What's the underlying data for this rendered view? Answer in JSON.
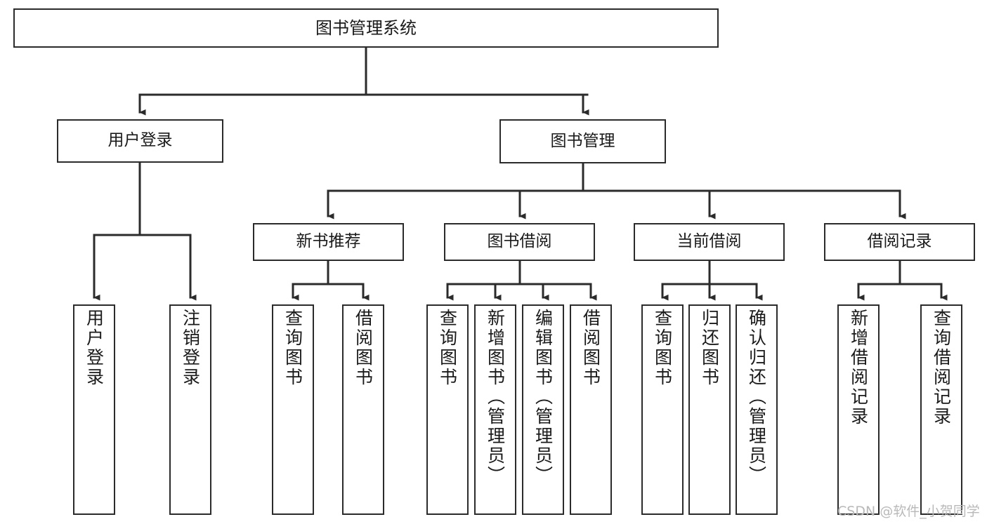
{
  "diagram": {
    "type": "tree",
    "title": "图书管理系统",
    "root": {
      "id": "root",
      "label": "图书管理系统"
    },
    "level2": [
      {
        "id": "login",
        "label": "用户登录"
      },
      {
        "id": "bookmgmt",
        "label": "图书管理"
      }
    ],
    "level3": [
      {
        "id": "newbook",
        "label": "新书推荐",
        "parent": "bookmgmt"
      },
      {
        "id": "borrow",
        "label": "图书借阅",
        "parent": "bookmgmt"
      },
      {
        "id": "current",
        "label": "当前借阅",
        "parent": "bookmgmt"
      },
      {
        "id": "records",
        "label": "借阅记录",
        "parent": "bookmgmt"
      }
    ],
    "leaves": [
      {
        "id": "leaf-login-1",
        "label": "用户登录",
        "parent": "login"
      },
      {
        "id": "leaf-login-2",
        "label": "注销登录",
        "parent": "login"
      },
      {
        "id": "leaf-newbook-1",
        "label": "查询图书",
        "parent": "newbook"
      },
      {
        "id": "leaf-newbook-2",
        "label": "借阅图书",
        "parent": "newbook"
      },
      {
        "id": "leaf-borrow-1",
        "label": "查询图书",
        "parent": "borrow"
      },
      {
        "id": "leaf-borrow-2",
        "label": "新增图书（管理员）",
        "parent": "borrow"
      },
      {
        "id": "leaf-borrow-3",
        "label": "编辑图书（管理员）",
        "parent": "borrow"
      },
      {
        "id": "leaf-borrow-4",
        "label": "借阅图书",
        "parent": "borrow"
      },
      {
        "id": "leaf-current-1",
        "label": "查询图书",
        "parent": "current"
      },
      {
        "id": "leaf-current-2",
        "label": "归还图书",
        "parent": "current"
      },
      {
        "id": "leaf-current-3",
        "label": "确认归还（管理员）",
        "parent": "current"
      },
      {
        "id": "leaf-records-1",
        "label": "新增借阅记录",
        "parent": "records"
      },
      {
        "id": "leaf-records-2",
        "label": "查询借阅记录",
        "parent": "records"
      }
    ],
    "colors": {
      "stroke": "#2b2b2b",
      "fill": "#ffffff",
      "text": "#1a1a1a",
      "watermark": "#b9b9b9"
    }
  },
  "watermark": {
    "text": "CSDN @软件_小贺同学"
  }
}
